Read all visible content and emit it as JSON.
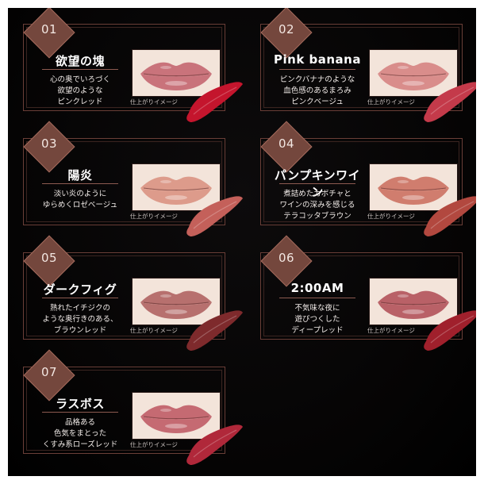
{
  "caption": "仕上がりイメージ",
  "colors": {
    "background": "#050404",
    "frame": "#6b3f38",
    "number_plate": "#74473d"
  },
  "products": [
    {
      "number": "01",
      "name": "欲望の塊",
      "description": "心の奥でいろづく\n欲望のような\nピンクレッド",
      "lip_color": "#c9737b",
      "swatch_color": "#c4152d"
    },
    {
      "number": "02",
      "name": "Pink banana",
      "description": "ピンクバナナのような\n血色感のあるまろみ\nピンクベージュ",
      "lip_color": "#d98d8b",
      "swatch_color": "#c43a4a"
    },
    {
      "number": "03",
      "name": "陽炎",
      "description": "淡い炎のように\nゆらめくロゼベージュ",
      "lip_color": "#dd9b8b",
      "swatch_color": "#c4605a"
    },
    {
      "number": "04",
      "name": "パンプキンワイン",
      "description": "煮詰めたカボチャと\nワインの深みを感じる\nテラコッタブラウン",
      "lip_color": "#d07d6e",
      "swatch_color": "#b2483f"
    },
    {
      "number": "05",
      "name": "ダークフィグ",
      "description": "熟れたイチジクの\nような奥行きのある、\nブラウンレッド",
      "lip_color": "#b7706e",
      "swatch_color": "#7e2a2c"
    },
    {
      "number": "06",
      "name": "2:00AM",
      "description": "不気味な夜に\n遊びつくした\nディープレッド",
      "lip_color": "#b96167",
      "swatch_color": "#a0202c"
    },
    {
      "number": "07",
      "name": "ラスボス",
      "description": "品格ある\n色気をまとった\nくすみ系ローズレッド",
      "lip_color": "#c56a72",
      "swatch_color": "#b0283a"
    }
  ]
}
